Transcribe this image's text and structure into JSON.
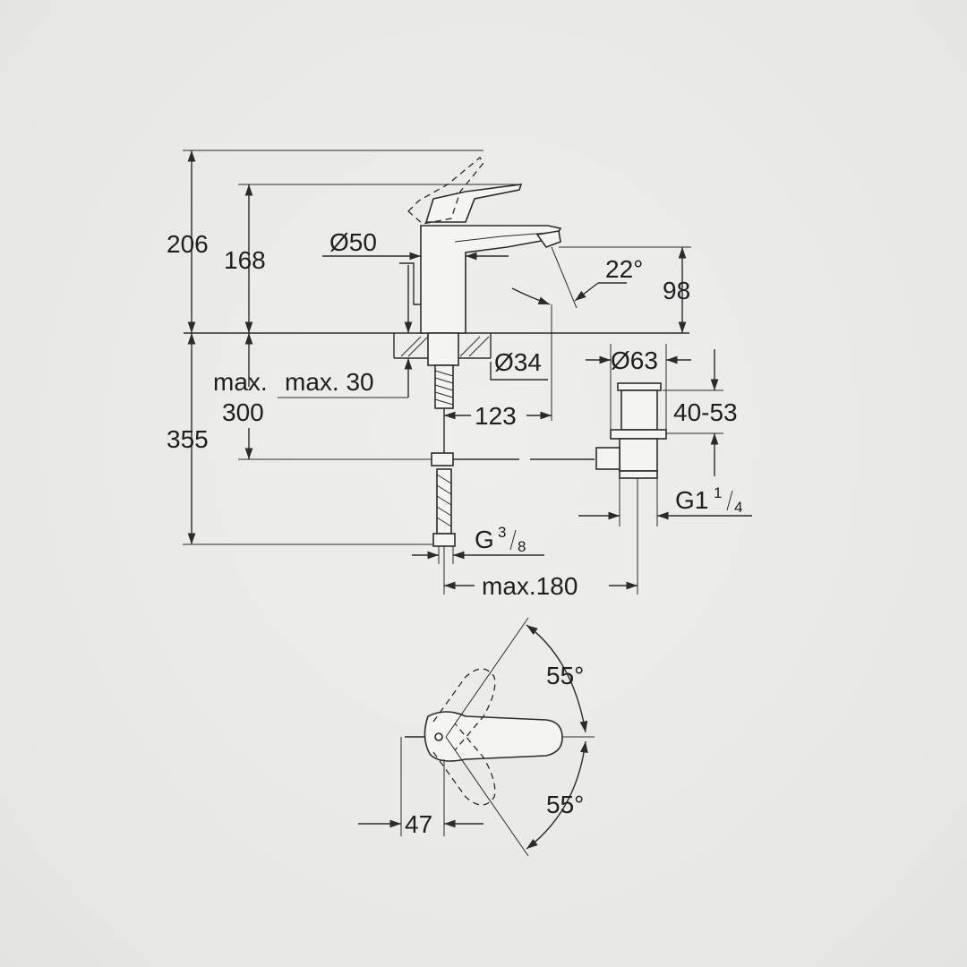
{
  "dimensions": {
    "total_height": "206",
    "spout_height": "168",
    "body_diameter": "Ø50",
    "spout_angle": "22°",
    "spout_clearance": "98",
    "hole_diameter": "Ø34",
    "max_thickness_label": "max.",
    "max_30_label": "max. 30",
    "supply_300": "300",
    "projection": "123",
    "waste_diameter": "Ø63",
    "waste_height": "40-53",
    "below_deck": "355",
    "waste_thread": "G1",
    "waste_thread_num": "1",
    "waste_thread_den": "4",
    "supply_thread": "G",
    "supply_thread_num": "3",
    "supply_thread_den": "8",
    "max_180": "max.180",
    "lever_angle_up": "55°",
    "lever_angle_down": "55°",
    "lever_offset": "47"
  }
}
